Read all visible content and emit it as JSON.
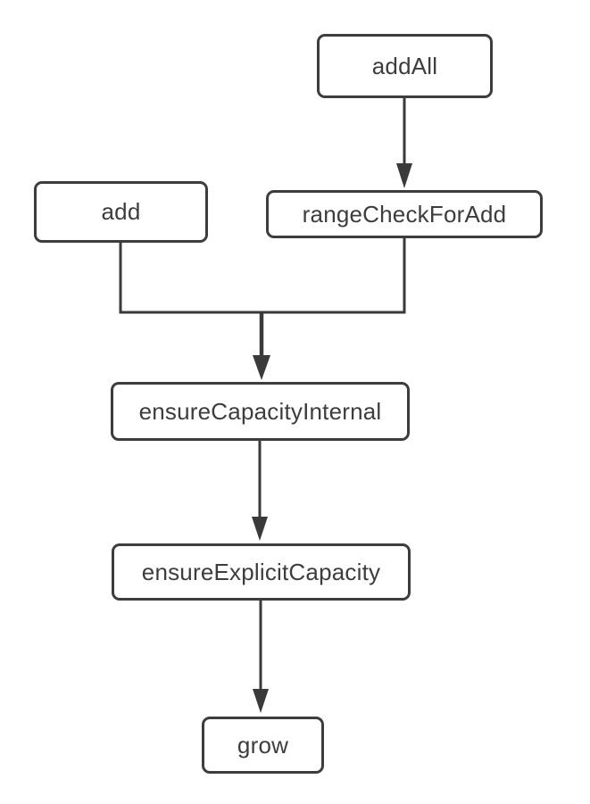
{
  "diagram": {
    "type": "flowchart",
    "nodes": [
      {
        "id": "addAll",
        "label": "addAll"
      },
      {
        "id": "add",
        "label": "add"
      },
      {
        "id": "rangeCheckForAdd",
        "label": "rangeCheckForAdd"
      },
      {
        "id": "ensureCapacityInternal",
        "label": "ensureCapacityInternal"
      },
      {
        "id": "ensureExplicitCapacity",
        "label": "ensureExplicitCapacity"
      },
      {
        "id": "grow",
        "label": "grow"
      }
    ],
    "edges": [
      {
        "from": "addAll",
        "to": "rangeCheckForAdd"
      },
      {
        "from": "add",
        "to": "ensureCapacityInternal"
      },
      {
        "from": "rangeCheckForAdd",
        "to": "ensureCapacityInternal"
      },
      {
        "from": "ensureCapacityInternal",
        "to": "ensureExplicitCapacity"
      },
      {
        "from": "ensureExplicitCapacity",
        "to": "grow"
      }
    ],
    "colors": {
      "background": "#ffffff",
      "node_fill": "#ffffff",
      "node_border": "#3d3d3d",
      "text": "#3d3d3d",
      "line": "#3a3a3a"
    }
  }
}
